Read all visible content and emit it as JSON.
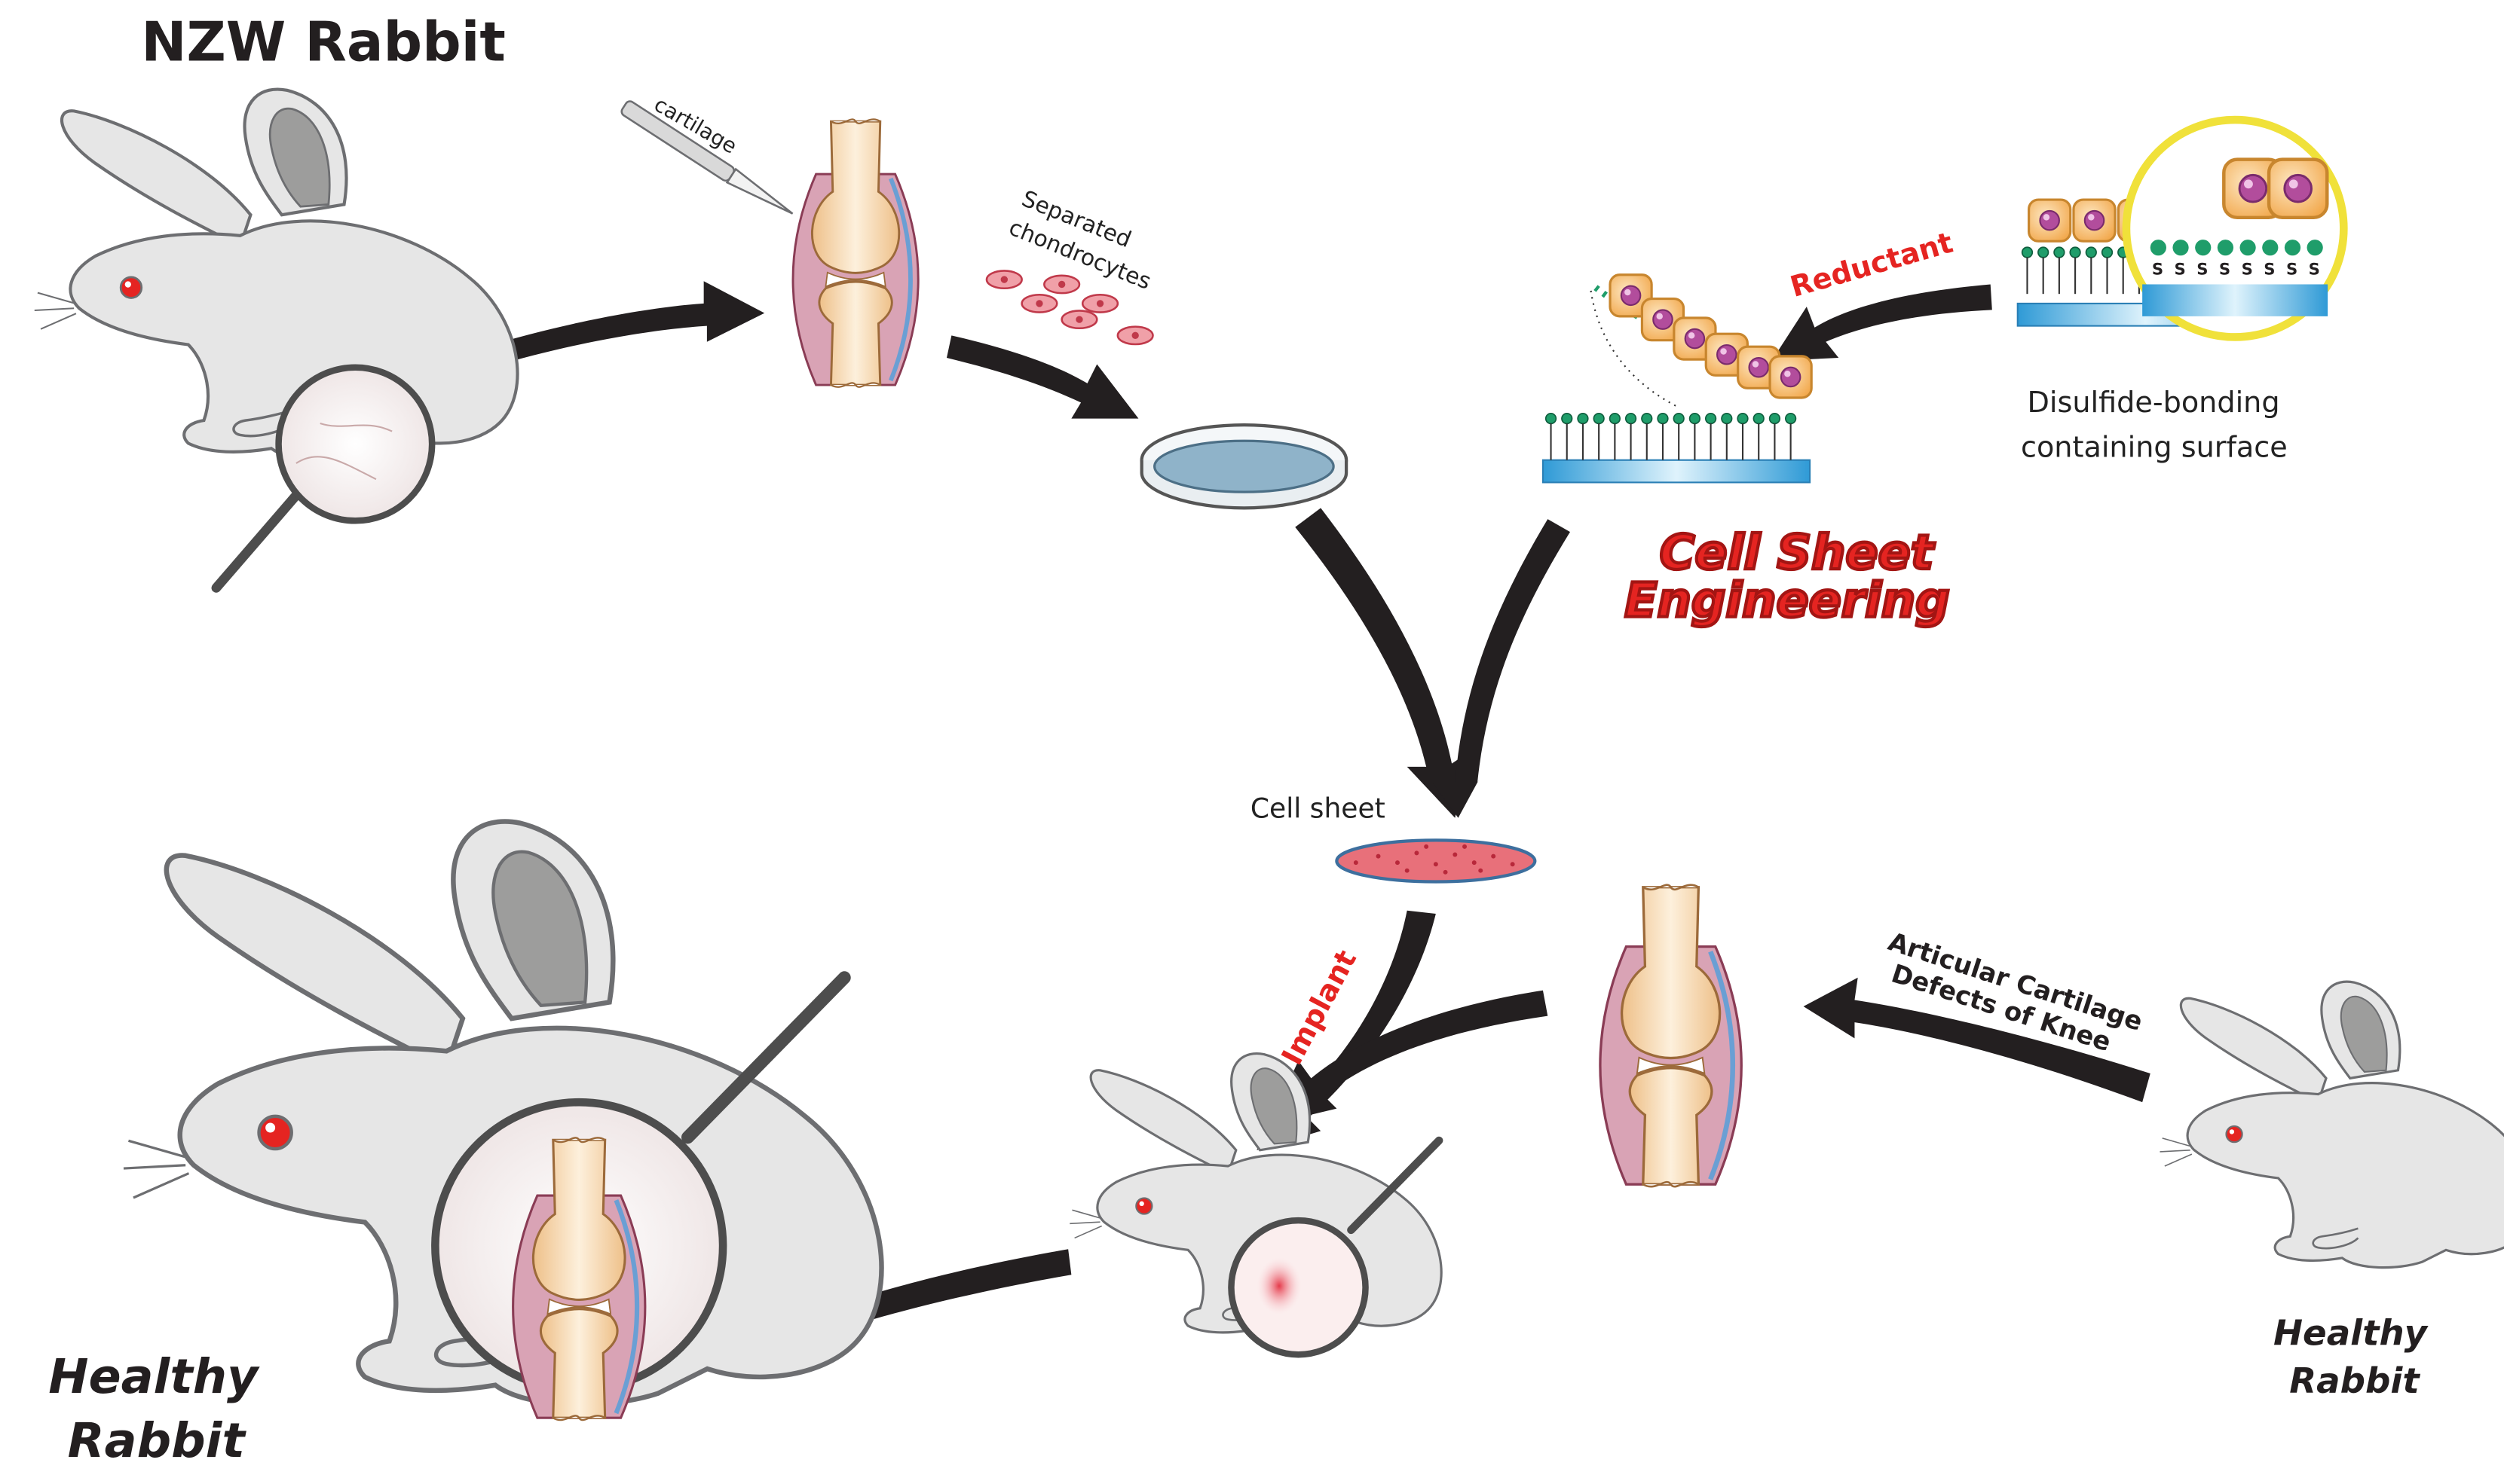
{
  "labels": {
    "nzw_rabbit": "NZW Rabbit",
    "cartilage": "cartilage",
    "separated_line1": "Separated",
    "separated_line2": "chondrocytes",
    "reductant": "Reductant",
    "disulfide_line1": "Disulfide-bonding",
    "disulfide_line2": "containing surface",
    "cell_sheet_engineering_line1": "Cell Sheet",
    "cell_sheet_engineering_line2": "Engineering",
    "cell_sheet": "Cell sheet",
    "implant": "Implant",
    "articular_line1": "Articular Cartilage",
    "articular_line2": "Defects of Knee",
    "healthy_left_line1": "Healthy",
    "healthy_left_line2": "Rabbit",
    "healthy_right_line1": "Healthy",
    "healthy_right_line2": "Rabbit",
    "sulfur_symbol": "S"
  },
  "colors": {
    "arrow": "#231f20",
    "accent_red": "#e52421",
    "rabbit_body": "#e6e6e6",
    "rabbit_ear_inner": "#9d9d9c",
    "bone": "#f6d3a8",
    "synovium": "#d9a3b5",
    "membrane_blue": "#6a9fd4",
    "surface_blue": "#4bb4e6",
    "cell_orange": "#f5b764",
    "nucleus_purple": "#b24d9c",
    "linker_green": "#1f9d6a",
    "dish_blue": "#8fb3c9",
    "sheet_pink": "#e8707a"
  },
  "icons": {
    "scalpel": "scalpel-icon",
    "magnifier": "magnifier-icon",
    "petri_dish": "petri-dish-icon",
    "knee_joint": "knee-joint-icon",
    "rabbit": "rabbit-icon"
  }
}
